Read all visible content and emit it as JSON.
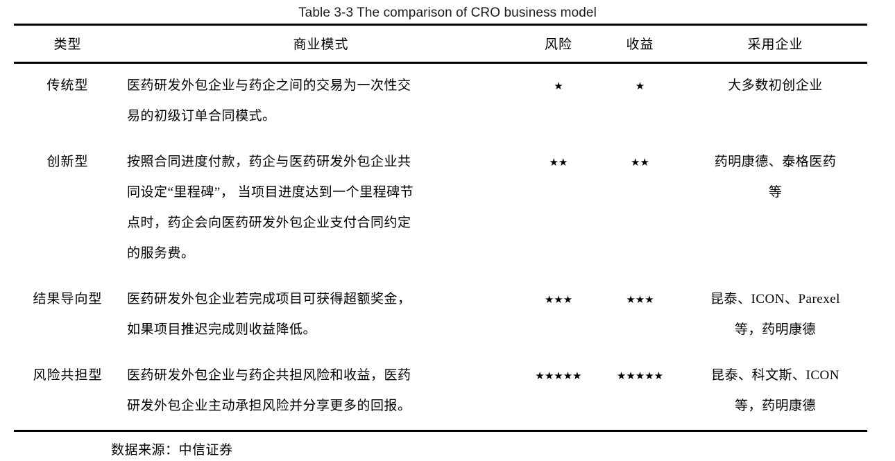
{
  "title": "Table 3-3 The comparison of CRO business model",
  "table": {
    "headers": {
      "type": "类型",
      "model": "商业模式",
      "risk": "风险",
      "return": "收益",
      "firms": "采用企业"
    },
    "rows": [
      {
        "type": "传统型",
        "model_lines": [
          "医药研发外包企业与药企之间的交易为一次性交",
          "易的初级订单合同模式。"
        ],
        "risk": "★",
        "risk_count": 1,
        "return": "★",
        "return_count": 1,
        "firms_lines": [
          "大多数初创企业"
        ]
      },
      {
        "type": "创新型",
        "model_lines": [
          "按照合同进度付款，药企与医药研发外包企业共",
          "同设定“里程碑”， 当项目进度达到一个里程碑节",
          "点时，药企会向医药研发外包企业支付合同约定",
          "的服务费。"
        ],
        "risk": "★★",
        "risk_count": 2,
        "return": "★★",
        "return_count": 2,
        "firms_lines": [
          "药明康德、泰格医药",
          "等"
        ]
      },
      {
        "type": "结果导向型",
        "model_lines": [
          "医药研发外包企业若完成项目可获得超额奖金，",
          "如果项目推迟完成则收益降低。"
        ],
        "risk": "★★★",
        "risk_count": 3,
        "return": "★★★",
        "return_count": 3,
        "firms_lines": [
          "昆泰、ICON、Parexel",
          "等，药明康德"
        ]
      },
      {
        "type": "风险共担型",
        "model_lines": [
          "医药研发外包企业与药企共担风险和收益，医药",
          "研发外包企业主动承担风险并分享更多的回报。"
        ],
        "risk": "★★★★★",
        "risk_count": 5,
        "return": "★★★★★",
        "return_count": 5,
        "firms_lines": [
          "昆泰、科文斯、ICON",
          "等，药明康德"
        ]
      }
    ]
  },
  "source_note": "数据来源：中信证券",
  "colors": {
    "text": "#000000",
    "rule": "#000000",
    "background": "#ffffff"
  }
}
